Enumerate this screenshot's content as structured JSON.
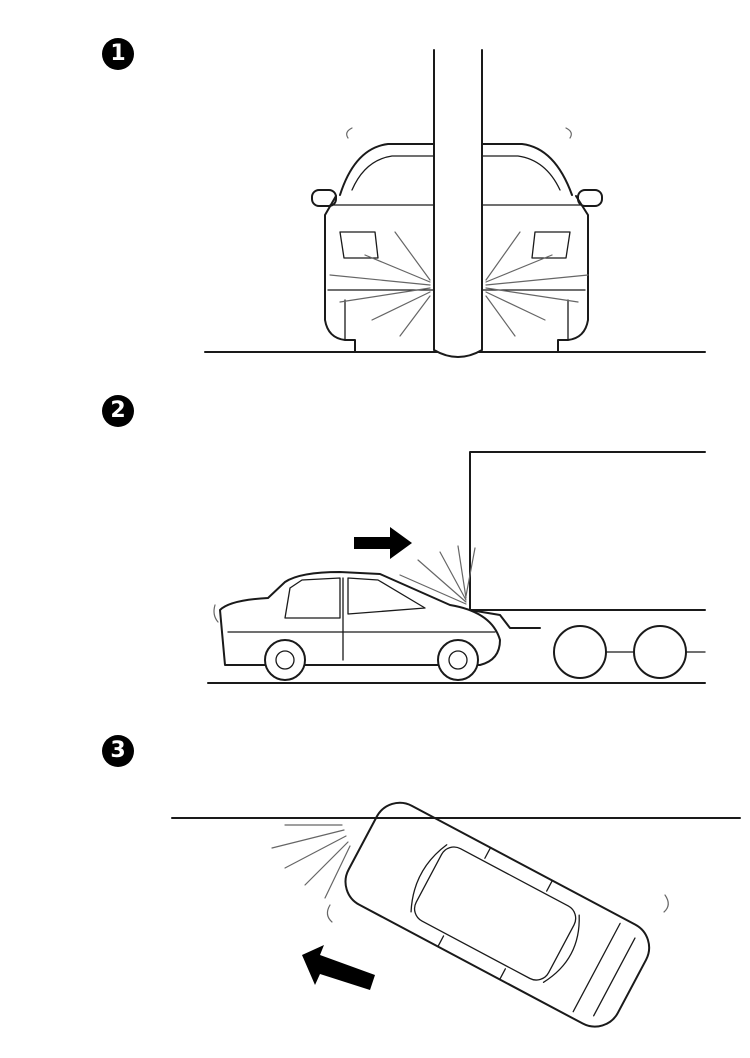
{
  "steps": [
    {
      "number": "1"
    },
    {
      "number": "2"
    },
    {
      "number": "3"
    }
  ],
  "colors": {
    "line": "#1a1a1a",
    "impact_lines": "#666666",
    "marker_fill": "#000000",
    "background": "#ffffff"
  },
  "icons": {
    "scene_1": "car-front-hitting-pole-illustration",
    "scene_2": "car-rear-ending-truck-illustration",
    "scene_3": "car-angled-impact-wall-illustration",
    "arrow_2": "right-arrow-icon",
    "arrow_3": "diagonal-arrow-icon"
  }
}
